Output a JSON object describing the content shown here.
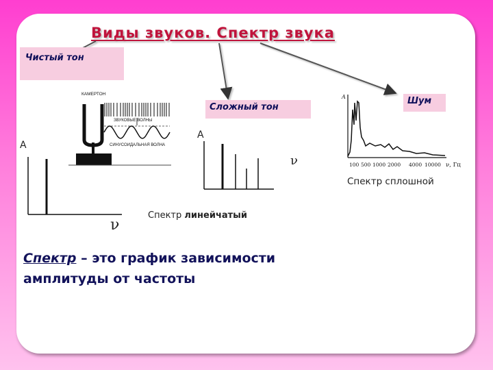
{
  "title": "Виды звуков.  Спектр звука",
  "pure_tone": {
    "label": "Чистый тон",
    "axis_y": "A",
    "axis_x": "ν",
    "tuning_fork": {
      "label_fork": "КАМЕРТОН",
      "label_waves": "ЗВУКОВЫЕ ВОЛНЫ",
      "label_sine": "СИНУСОИДАЛЬНАЯ ВОЛНА"
    }
  },
  "complex_tone": {
    "label": "Сложный тон",
    "axis_y": "A",
    "axis_x": "ν",
    "caption_prefix": "Спектр",
    "caption_bold": "линейчатый"
  },
  "noise": {
    "label": "Шум",
    "axis_y": "A",
    "axis_x": "ν, Гц",
    "ticks": [
      "100",
      "500",
      "1000",
      "2000",
      "4000",
      "10000"
    ],
    "caption": "Спектр сплошной"
  },
  "definition": {
    "term": "Спектр",
    "rest": " – это график зависимости",
    "line2": "амплитуды от частоты"
  },
  "colors": {
    "title": "#c0143c",
    "label_box": "#f7cde0",
    "definition": "#12125a",
    "arrow": "#333333"
  }
}
